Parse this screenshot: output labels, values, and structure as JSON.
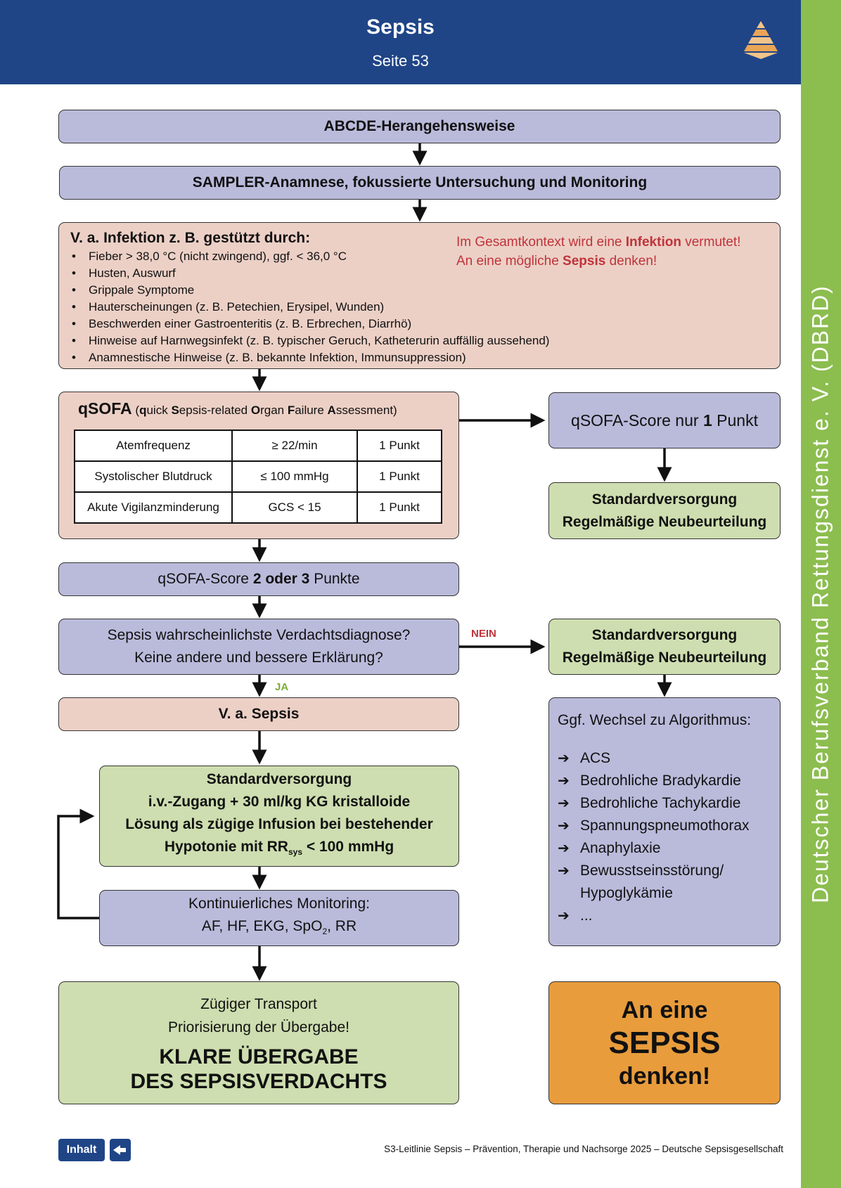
{
  "header": {
    "title": "Sepsis",
    "subtitle": "Seite 53"
  },
  "sidebar": {
    "text": "Deutscher Berufsverband Rettungsdienst e. V. (DBRD)"
  },
  "colors": {
    "header": "#1f4587",
    "sidebar": "#8cbd4f",
    "blue_box": "#babbdb",
    "pink_box": "#ecd0c6",
    "green_box": "#cedeb0",
    "orange_box": "#e89c3c",
    "red_text": "#c0333a"
  },
  "nodes": {
    "abcde": "ABCDE-Herangehensweise",
    "sampler": "SAMPLER-Anamnese, fokussierte Untersuchung und Monitoring",
    "infection": {
      "heading": "V. a. Infektion z. B. gestützt durch:",
      "items": [
        "Fieber > 38,0 °C (nicht zwingend), ggf. < 36,0 °C",
        "Husten, Auswurf",
        "Grippale Symptome",
        "Hauterscheinungen (z. B. Petechien, Erysipel, Wunden)",
        "Beschwerden einer Gastroenteritis (z. B. Erbrechen, Diarrhö)",
        "Hinweise auf Harnwegsinfekt (z. B. typischer Geruch, Katheterurin auffällig aussehend)",
        "Anamnestische Hinweise (z. B. bekannte Infektion, Immunsuppression)"
      ],
      "note_line1_pre": "Im Gesamtkontext wird eine ",
      "note_line1_bold": "Infektion",
      "note_line1_post": " vermutet!",
      "note_line2_pre": "An eine mögliche ",
      "note_line2_bold": "Sepsis",
      "note_line2_post": " denken!"
    },
    "qsofa": {
      "title": "qSOFA",
      "subtitle_parts": [
        "(",
        "q",
        "uick ",
        "S",
        "epsis-related ",
        "O",
        "rgan ",
        "F",
        "ailure ",
        "A",
        "ssessment)"
      ],
      "rows": [
        [
          "Atemfrequenz",
          "≥ 22/min",
          "1 Punkt"
        ],
        [
          "Systolischer Blutdruck",
          "≤ 100 mmHg",
          "1 Punkt"
        ],
        [
          "Akute Vigilanzminderung",
          "GCS < 15",
          "1 Punkt"
        ]
      ]
    },
    "score1": {
      "pre": "qSOFA-Score nur ",
      "bold": "1",
      "post": " Punkt"
    },
    "standard1": {
      "line1": "Standardversorgung",
      "line2": "Regelmäßige Neubeurteilung"
    },
    "score23": {
      "pre": "qSOFA-Score ",
      "bold": "2 oder 3",
      "post": " Punkte"
    },
    "question": {
      "line1": "Sepsis wahrscheinlichste Verdachtsdiagnose?",
      "line2": "Keine andere und bessere Erklärung?"
    },
    "nein": "NEIN",
    "ja": "JA",
    "standard2": {
      "line1": "Standardversorgung",
      "line2": "Regelmäßige Neubeurteilung"
    },
    "va_sepsis": "V. a. Sepsis",
    "treatment": {
      "line1": "Standardversorgung",
      "line2": "i.v.-Zugang + 30 ml/kg KG kristalloide",
      "line3": "Lösung als zügige Infusion bei bestehender",
      "line4_pre": "Hypotonie mit RR",
      "line4_sub": "sys",
      "line4_post": " < 100 mmHg"
    },
    "monitoring": {
      "line1": "Kontinuierliches Monitoring:",
      "line2_pre": "AF, HF, EKG, SpO",
      "line2_sub": "2",
      "line2_post": ", RR"
    },
    "algorithm": {
      "heading": "Ggf. Wechsel zu Algorithmus:",
      "items": [
        "ACS",
        "Bedrohliche Bradykardie",
        "Bedrohliche Tachykardie",
        "Spannungspneumothorax",
        "Anaphylaxie",
        "Bewusstseinsstörung/",
        "Hypoglykämie",
        "..."
      ],
      "arrow_icon": "right-arrow-icon"
    },
    "transport": {
      "line1": "Zügiger Transport",
      "line2": "Priorisierung der Übergabe!",
      "line3": "KLARE ÜBERGABE",
      "line4": "DES SEPSISVERDACHTS"
    },
    "think": {
      "line1": "An eine",
      "line2": "SEPSIS",
      "line3": "denken!"
    }
  },
  "footer": {
    "inhalt": "Inhalt",
    "back_icon": "back-arrow-icon",
    "citation": "S3-Leitlinie Sepsis – Prävention, Therapie und Nachsorge 2025 – Deutsche Sepsisgesellschaft"
  }
}
